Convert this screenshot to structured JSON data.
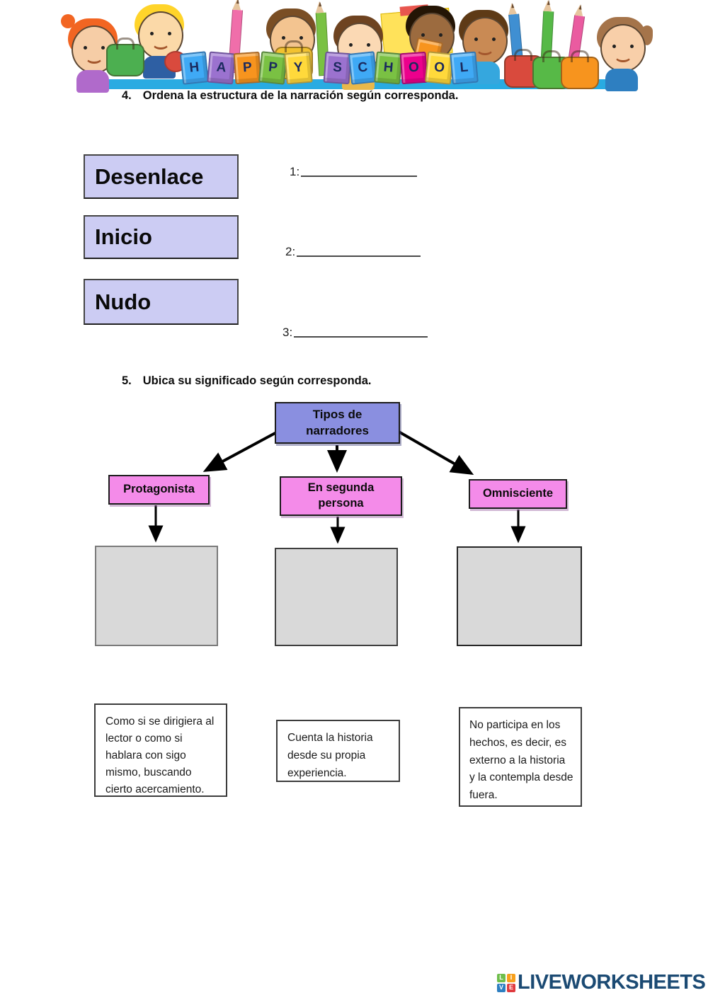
{
  "banner": {
    "blocks": [
      "H",
      "A",
      "P",
      "P",
      "Y",
      "S",
      "C",
      "H",
      "O",
      "O",
      "L"
    ],
    "block_colors": [
      "#3FA9F5",
      "#9B72CF",
      "#F7941E",
      "#7AC143",
      "#FFD93B",
      "#9B72CF",
      "#3FA9F5",
      "#7AC143",
      "#EC008C",
      "#FFD93B",
      "#3FA9F5"
    ],
    "extra_block_color": "#F7941E",
    "bar_color": "#29ABE2"
  },
  "questions": {
    "q4": {
      "number": "4.",
      "text": "Ordena la estructura de la narración según corresponda."
    },
    "q5": {
      "number": "5.",
      "text": "Ubica su significado según corresponda."
    }
  },
  "activity4": {
    "option_fill": "#CCCCF3",
    "options": [
      {
        "label": "Desenlace"
      },
      {
        "label": "Inicio"
      },
      {
        "label": "Nudo"
      }
    ],
    "slots": [
      {
        "label": "1:"
      },
      {
        "label": "2:"
      },
      {
        "label": "3:"
      }
    ]
  },
  "activity5": {
    "root_fill": "#8A8FE0",
    "branch_fill": "#F48BE9",
    "dropzone_fill": "#D9D9D9",
    "root_label": "Tipos de narradores",
    "branches": [
      {
        "label": "Protagonista"
      },
      {
        "label": "En segunda persona"
      },
      {
        "label": "Omnisciente"
      }
    ],
    "definitions": [
      {
        "text": "Como si se dirigiera al lector o como si hablara con sigo mismo, buscando cierto acercamiento."
      },
      {
        "text": "Cuenta la historia desde su propia experiencia."
      },
      {
        "text": "No participa en los hechos, es decir, es externo a la historia y la contempla desde fuera."
      }
    ]
  },
  "footer": {
    "logo_text": "LIVEWORKSHEETS",
    "logo_text_color": "#1B4A73",
    "logo_squares": [
      {
        "ch": "L",
        "color": "#6FBE4B"
      },
      {
        "ch": "I",
        "color": "#F7A01D"
      },
      {
        "ch": "V",
        "color": "#2E7FC1"
      },
      {
        "ch": "E",
        "color": "#E03A3E"
      }
    ]
  }
}
